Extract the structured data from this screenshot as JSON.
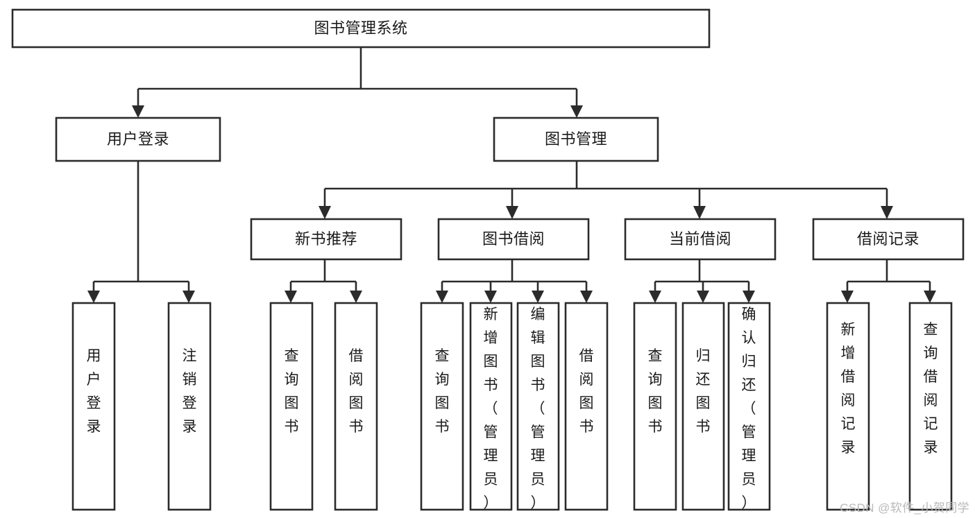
{
  "diagram": {
    "title": "图书管理系统",
    "watermark": "CSDN @软件_小贺同学",
    "colors": {
      "stroke": "#2b2b2b",
      "fill": "#ffffff",
      "text": "#1a1a1a",
      "watermark": "#b9b9b9",
      "background": "#ffffff"
    },
    "root": {
      "label": "图书管理系统",
      "orientation": "horizontal"
    },
    "level1": [
      {
        "label": "用户登录",
        "orientation": "horizontal"
      },
      {
        "label": "图书管理",
        "orientation": "horizontal"
      }
    ],
    "level2": [
      {
        "label": "新书推荐",
        "orientation": "horizontal"
      },
      {
        "label": "图书借阅",
        "orientation": "horizontal"
      },
      {
        "label": "当前借阅",
        "orientation": "horizontal"
      },
      {
        "label": "借阅记录",
        "orientation": "horizontal"
      }
    ],
    "leaves": {
      "user_login": [
        {
          "label": "用户登录",
          "orientation": "vertical"
        },
        {
          "label": "注销登录",
          "orientation": "vertical"
        }
      ],
      "new_book_recommend": [
        {
          "label": "查询图书",
          "orientation": "vertical"
        },
        {
          "label": "借阅图书",
          "orientation": "vertical"
        }
      ],
      "book_borrow": [
        {
          "label": "查询图书",
          "orientation": "vertical"
        },
        {
          "label": "新增图书（管理员）",
          "orientation": "vertical"
        },
        {
          "label": "编辑图书（管理员）",
          "orientation": "vertical"
        },
        {
          "label": "借阅图书",
          "orientation": "vertical"
        }
      ],
      "current_borrow": [
        {
          "label": "查询图书",
          "orientation": "vertical"
        },
        {
          "label": "归还图书",
          "orientation": "vertical"
        },
        {
          "label": "确认归还（管理员）",
          "orientation": "vertical"
        }
      ],
      "borrow_record": [
        {
          "label": "新增借阅记录",
          "orientation": "vertical"
        },
        {
          "label": "查询借阅记录",
          "orientation": "vertical"
        }
      ]
    }
  }
}
